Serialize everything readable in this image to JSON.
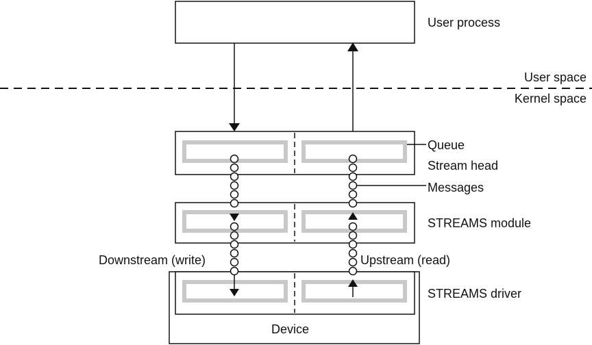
{
  "labels": {
    "user_process": "User process",
    "user_space": "User space",
    "kernel_space": "Kernel space",
    "queue": "Queue",
    "stream_head": "Stream head",
    "messages": "Messages",
    "streams_module": "STREAMS module",
    "downstream": "Downstream (write)",
    "upstream": "Upstream (read)",
    "streams_driver": "STREAMS driver",
    "device": "Device"
  },
  "colors": {
    "line": "#111111",
    "queue_fill": "#c8c8c8",
    "inner_fill": "#ffffff"
  }
}
